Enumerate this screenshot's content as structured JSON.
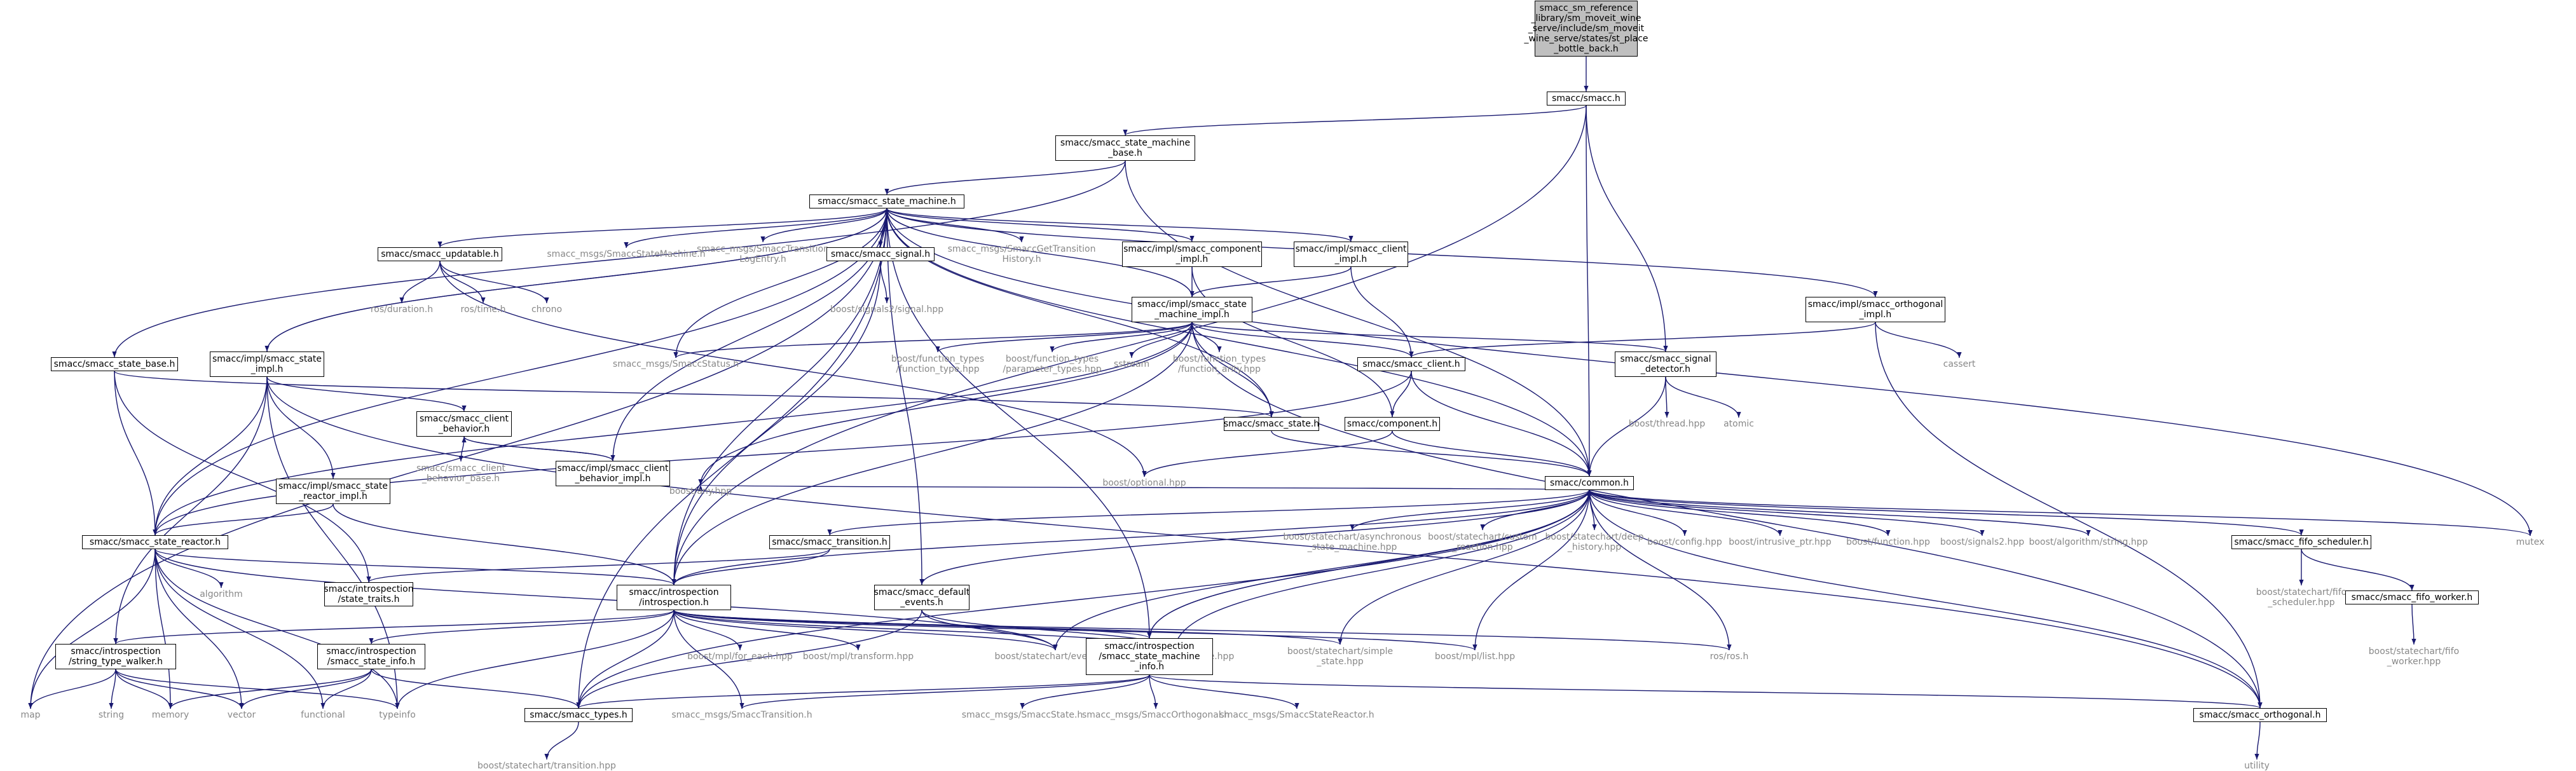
{
  "graph": {
    "edge_color": "#191970",
    "nodes": [
      {
        "id": "root",
        "label": "smacc_sm_reference\n_library/sm_moveit_wine\n_serve/include/sm_moveit\n_wine_serve/states/st_place\n_bottle_back.h",
        "kind": "root"
      },
      {
        "id": "smacc_h",
        "label": "smacc/smacc.h",
        "kind": "boxed"
      },
      {
        "id": "sm_base",
        "label": "smacc/smacc_state_machine\n_base.h",
        "kind": "boxed"
      },
      {
        "id": "sm",
        "label": "smacc/smacc_state_machine.h",
        "kind": "boxed"
      },
      {
        "id": "updatable",
        "label": "smacc/smacc_updatable.h",
        "kind": "boxed"
      },
      {
        "id": "ros_duration",
        "label": "ros/duration.h",
        "kind": "ext"
      },
      {
        "id": "ros_time",
        "label": "ros/time.h",
        "kind": "ext"
      },
      {
        "id": "chrono",
        "label": "chrono",
        "kind": "ext"
      },
      {
        "id": "msgs_sm",
        "label": "smacc_msgs/SmaccStateMachine.h",
        "kind": "ext"
      },
      {
        "id": "msgs_trans_log",
        "label": "smacc_msgs/SmaccTransition\nLogEntry.h",
        "kind": "ext"
      },
      {
        "id": "signal",
        "label": "smacc/smacc_signal.h",
        "kind": "boxed"
      },
      {
        "id": "signals2_hpp",
        "label": "boost/signals2/signal.hpp",
        "kind": "ext"
      },
      {
        "id": "msgs_get_trans",
        "label": "smacc_msgs/SmaccGetTransition\nHistory.h",
        "kind": "ext"
      },
      {
        "id": "comp_impl",
        "label": "smacc/impl/smacc_component\n_impl.h",
        "kind": "boxed"
      },
      {
        "id": "client_impl",
        "label": "smacc/impl/smacc_client\n_impl.h",
        "kind": "boxed"
      },
      {
        "id": "sm_impl",
        "label": "smacc/impl/smacc_state\n_machine_impl.h",
        "kind": "boxed"
      },
      {
        "id": "orth_impl",
        "label": "smacc/impl/smacc_orthogonal\n_impl.h",
        "kind": "boxed"
      },
      {
        "id": "cassert",
        "label": "cassert",
        "kind": "ext"
      },
      {
        "id": "state_base",
        "label": "smacc/smacc_state_base.h",
        "kind": "boxed"
      },
      {
        "id": "state_impl",
        "label": "smacc/impl/smacc_state\n_impl.h",
        "kind": "boxed"
      },
      {
        "id": "msgs_status",
        "label": "smacc_msgs/SmaccStatus.h",
        "kind": "ext"
      },
      {
        "id": "ft_type",
        "label": "boost/function_types\n/function_type.hpp",
        "kind": "ext"
      },
      {
        "id": "ft_param",
        "label": "boost/function_types\n/parameter_types.hpp",
        "kind": "ext"
      },
      {
        "id": "sstream",
        "label": "sstream",
        "kind": "ext"
      },
      {
        "id": "ft_arity",
        "label": "boost/function_types\n/function_arity.hpp",
        "kind": "ext"
      },
      {
        "id": "client",
        "label": "smacc/smacc_client.h",
        "kind": "boxed"
      },
      {
        "id": "sig_detector",
        "label": "smacc/smacc_signal\n_detector.h",
        "kind": "boxed"
      },
      {
        "id": "thread_hpp",
        "label": "boost/thread.hpp",
        "kind": "ext"
      },
      {
        "id": "atomic",
        "label": "atomic",
        "kind": "ext"
      },
      {
        "id": "client_beh",
        "label": "smacc/smacc_client\n_behavior.h",
        "kind": "boxed"
      },
      {
        "id": "cb_base",
        "label": "smacc/smacc_client\n_behavior_base.h",
        "kind": "ext"
      },
      {
        "id": "cb_impl",
        "label": "smacc/impl/smacc_client\n_behavior_impl.h",
        "kind": "boxed"
      },
      {
        "id": "state",
        "label": "smacc/smacc_state.h",
        "kind": "boxed"
      },
      {
        "id": "component",
        "label": "smacc/component.h",
        "kind": "boxed"
      },
      {
        "id": "optional_hpp",
        "label": "boost/optional.hpp",
        "kind": "ext"
      },
      {
        "id": "reactor_impl",
        "label": "smacc/impl/smacc_state\n_reactor_impl.h",
        "kind": "boxed"
      },
      {
        "id": "common",
        "label": "smacc/common.h",
        "kind": "boxed"
      },
      {
        "id": "reactor",
        "label": "smacc/smacc_state_reactor.h",
        "kind": "boxed"
      },
      {
        "id": "algorithm",
        "label": "algorithm",
        "kind": "ext"
      },
      {
        "id": "state_traits",
        "label": "smacc/introspection\n/state_traits.h",
        "kind": "boxed"
      },
      {
        "id": "any_hpp",
        "label": "boost/any.hpp",
        "kind": "ext"
      },
      {
        "id": "transition",
        "label": "smacc/smacc_transition.h",
        "kind": "boxed"
      },
      {
        "id": "async_sm",
        "label": "boost/statechart/asynchronous\n_state_machine.hpp",
        "kind": "ext"
      },
      {
        "id": "custom_reaction",
        "label": "boost/statechart/custom\n_reaction.hpp",
        "kind": "ext"
      },
      {
        "id": "deep_history",
        "label": "boost/statechart/deep\n_history.hpp",
        "kind": "ext"
      },
      {
        "id": "config_hpp",
        "label": "boost/config.hpp",
        "kind": "ext"
      },
      {
        "id": "intrusive_ptr",
        "label": "boost/intrusive_ptr.hpp",
        "kind": "ext"
      },
      {
        "id": "function_hpp",
        "label": "boost/function.hpp",
        "kind": "ext"
      },
      {
        "id": "signals2",
        "label": "boost/signals2.hpp",
        "kind": "ext"
      },
      {
        "id": "algo_string",
        "label": "boost/algorithm/string.hpp",
        "kind": "ext"
      },
      {
        "id": "fifo_sched",
        "label": "smacc/smacc_fifo_scheduler.h",
        "kind": "boxed"
      },
      {
        "id": "mutex",
        "label": "mutex",
        "kind": "ext"
      },
      {
        "id": "default_events",
        "label": "smacc/smacc_default\n_events.h",
        "kind": "boxed"
      },
      {
        "id": "introspection",
        "label": "smacc/introspection\n/introspection.h",
        "kind": "boxed"
      },
      {
        "id": "fifo_sched_hpp",
        "label": "boost/statechart/fifo\n_scheduler.hpp",
        "kind": "ext"
      },
      {
        "id": "fifo_worker",
        "label": "smacc/smacc_fifo_worker.h",
        "kind": "boxed"
      },
      {
        "id": "str_walker",
        "label": "smacc/introspection\n/string_type_walker.h",
        "kind": "boxed"
      },
      {
        "id": "state_info",
        "label": "smacc/introspection\n/smacc_state_info.h",
        "kind": "boxed"
      },
      {
        "id": "for_each",
        "label": "boost/mpl/for_each.hpp",
        "kind": "ext"
      },
      {
        "id": "transform",
        "label": "boost/mpl/transform.hpp",
        "kind": "ext"
      },
      {
        "id": "event_hpp",
        "label": "boost/statechart/event.hpp",
        "kind": "ext"
      },
      {
        "id": "state_hpp",
        "label": "boost/statechart/state.hpp",
        "kind": "ext"
      },
      {
        "id": "sm_info",
        "label": "smacc/introspection\n/smacc_state_machine\n_info.h",
        "kind": "boxed"
      },
      {
        "id": "simple_state",
        "label": "boost/statechart/simple\n_state.hpp",
        "kind": "ext"
      },
      {
        "id": "list_hpp",
        "label": "boost/mpl/list.hpp",
        "kind": "ext"
      },
      {
        "id": "ros_ros",
        "label": "ros/ros.h",
        "kind": "ext"
      },
      {
        "id": "fifo_worker_hpp",
        "label": "boost/statechart/fifo\n_worker.hpp",
        "kind": "ext"
      },
      {
        "id": "map",
        "label": "map",
        "kind": "ext"
      },
      {
        "id": "string",
        "label": "string",
        "kind": "ext"
      },
      {
        "id": "memory",
        "label": "memory",
        "kind": "ext"
      },
      {
        "id": "vector",
        "label": "vector",
        "kind": "ext"
      },
      {
        "id": "functional",
        "label": "functional",
        "kind": "ext"
      },
      {
        "id": "typeinfo",
        "label": "typeinfo",
        "kind": "ext"
      },
      {
        "id": "types",
        "label": "smacc/smacc_types.h",
        "kind": "boxed"
      },
      {
        "id": "msgs_transition",
        "label": "smacc_msgs/SmaccTransition.h",
        "kind": "ext"
      },
      {
        "id": "msgs_state",
        "label": "smacc_msgs/SmaccState.h",
        "kind": "ext"
      },
      {
        "id": "msgs_orth",
        "label": "smacc_msgs/SmaccOrthogonal.h",
        "kind": "ext"
      },
      {
        "id": "msgs_reactor",
        "label": "smacc_msgs/SmaccStateReactor.h",
        "kind": "ext"
      },
      {
        "id": "orthogonal",
        "label": "smacc/smacc_orthogonal.h",
        "kind": "boxed"
      },
      {
        "id": "trans_hpp",
        "label": "boost/statechart/transition.hpp",
        "kind": "ext"
      },
      {
        "id": "utility",
        "label": "utility",
        "kind": "ext"
      }
    ],
    "edges": [
      [
        "root",
        "smacc_h"
      ],
      [
        "smacc_h",
        "sm_base"
      ],
      [
        "smacc_h",
        "common"
      ],
      [
        "smacc_h",
        "sig_detector"
      ],
      [
        "smacc_h",
        "introspection"
      ],
      [
        "sm_base",
        "sm"
      ],
      [
        "sm_base",
        "state_base"
      ],
      [
        "sm_base",
        "common"
      ],
      [
        "sm",
        "updatable"
      ],
      [
        "sm",
        "msgs_sm"
      ],
      [
        "sm",
        "msgs_trans_log"
      ],
      [
        "sm",
        "signal"
      ],
      [
        "sm",
        "msgs_get_trans"
      ],
      [
        "sm",
        "comp_impl"
      ],
      [
        "sm",
        "client_impl"
      ],
      [
        "sm",
        "sm_impl"
      ],
      [
        "sm",
        "orth_impl"
      ],
      [
        "sm",
        "state_impl"
      ],
      [
        "sm",
        "msgs_status"
      ],
      [
        "sm",
        "state"
      ],
      [
        "sm",
        "common"
      ],
      [
        "sm",
        "mutex"
      ],
      [
        "sm",
        "map"
      ],
      [
        "sm",
        "reactor"
      ],
      [
        "sm",
        "introspection"
      ],
      [
        "sm",
        "sm_info"
      ],
      [
        "sm",
        "default_events"
      ],
      [
        "sm",
        "types"
      ],
      [
        "updatable",
        "ros_duration"
      ],
      [
        "updatable",
        "ros_time"
      ],
      [
        "updatable",
        "chrono"
      ],
      [
        "updatable",
        "optional_hpp"
      ],
      [
        "signal",
        "signals2_hpp"
      ],
      [
        "signal",
        "introspection"
      ],
      [
        "comp_impl",
        "sm_impl"
      ],
      [
        "comp_impl",
        "component"
      ],
      [
        "client_impl",
        "client"
      ],
      [
        "client_impl",
        "sm_impl"
      ],
      [
        "orth_impl",
        "client"
      ],
      [
        "orth_impl",
        "cassert"
      ],
      [
        "orth_impl",
        "orthogonal"
      ],
      [
        "sm_impl",
        "msgs_status"
      ],
      [
        "sm_impl",
        "ft_type"
      ],
      [
        "sm_impl",
        "ft_param"
      ],
      [
        "sm_impl",
        "sstream"
      ],
      [
        "sm_impl",
        "ft_arity"
      ],
      [
        "sm_impl",
        "client"
      ],
      [
        "sm_impl",
        "sig_detector"
      ],
      [
        "sm_impl",
        "state"
      ],
      [
        "sm_impl",
        "orthogonal"
      ],
      [
        "sm_impl",
        "reactor"
      ],
      [
        "sm_impl",
        "introspection"
      ],
      [
        "sm_impl",
        "any_hpp"
      ],
      [
        "state_base",
        "reactor"
      ],
      [
        "state_base",
        "state_traits"
      ],
      [
        "state_base",
        "state"
      ],
      [
        "state_impl",
        "sm"
      ],
      [
        "state_impl",
        "client_beh"
      ],
      [
        "state_impl",
        "reactor_impl"
      ],
      [
        "state_impl",
        "reactor"
      ],
      [
        "state_impl",
        "str_walker"
      ],
      [
        "state_impl",
        "orthogonal"
      ],
      [
        "state_impl",
        "typeinfo"
      ],
      [
        "client",
        "component"
      ],
      [
        "client",
        "common"
      ],
      [
        "client",
        "reactor"
      ],
      [
        "sig_detector",
        "thread_hpp"
      ],
      [
        "sig_detector",
        "atomic"
      ],
      [
        "sig_detector",
        "common"
      ],
      [
        "client_beh",
        "cb_base"
      ],
      [
        "client_beh",
        "cb_impl"
      ],
      [
        "cb_impl",
        "client_beh"
      ],
      [
        "cb_impl",
        "sm"
      ],
      [
        "state",
        "common"
      ],
      [
        "component",
        "common"
      ],
      [
        "component",
        "optional_hpp"
      ],
      [
        "reactor_impl",
        "reactor"
      ],
      [
        "reactor_impl",
        "introspection"
      ],
      [
        "reactor",
        "algorithm"
      ],
      [
        "reactor",
        "introspection"
      ],
      [
        "reactor",
        "map"
      ],
      [
        "reactor",
        "memory"
      ],
      [
        "reactor",
        "vector"
      ],
      [
        "reactor",
        "functional"
      ],
      [
        "reactor",
        "typeinfo"
      ],
      [
        "reactor",
        "event_hpp"
      ],
      [
        "common",
        "any_hpp"
      ],
      [
        "common",
        "async_sm"
      ],
      [
        "common",
        "custom_reaction"
      ],
      [
        "common",
        "deep_history"
      ],
      [
        "common",
        "config_hpp"
      ],
      [
        "common",
        "intrusive_ptr"
      ],
      [
        "common",
        "function_hpp"
      ],
      [
        "common",
        "signals2"
      ],
      [
        "common",
        "algo_string"
      ],
      [
        "common",
        "fifo_sched"
      ],
      [
        "common",
        "mutex"
      ],
      [
        "common",
        "transition"
      ],
      [
        "common",
        "default_events"
      ],
      [
        "common",
        "introspection"
      ],
      [
        "common",
        "sm_info"
      ],
      [
        "common",
        "event_hpp"
      ],
      [
        "common",
        "state_hpp"
      ],
      [
        "common",
        "simple_state"
      ],
      [
        "common",
        "list_hpp"
      ],
      [
        "common",
        "ros_ros"
      ],
      [
        "common",
        "types"
      ],
      [
        "common",
        "orthogonal"
      ],
      [
        "transition",
        "state_traits"
      ],
      [
        "transition",
        "introspection"
      ],
      [
        "fifo_sched",
        "fifo_sched_hpp"
      ],
      [
        "fifo_sched",
        "fifo_worker"
      ],
      [
        "fifo_worker",
        "fifo_worker_hpp"
      ],
      [
        "default_events",
        "event_hpp"
      ],
      [
        "default_events",
        "state_hpp"
      ],
      [
        "default_events",
        "types"
      ],
      [
        "introspection",
        "str_walker"
      ],
      [
        "introspection",
        "state_info"
      ],
      [
        "introspection",
        "for_each"
      ],
      [
        "introspection",
        "transform"
      ],
      [
        "introspection",
        "event_hpp"
      ],
      [
        "introspection",
        "state_hpp"
      ],
      [
        "introspection",
        "sm_info"
      ],
      [
        "introspection",
        "simple_state"
      ],
      [
        "introspection",
        "list_hpp"
      ],
      [
        "introspection",
        "ros_ros"
      ],
      [
        "introspection",
        "types"
      ],
      [
        "introspection",
        "msgs_transition"
      ],
      [
        "introspection",
        "typeinfo"
      ],
      [
        "str_walker",
        "map"
      ],
      [
        "str_walker",
        "string"
      ],
      [
        "str_walker",
        "memory"
      ],
      [
        "str_walker",
        "vector"
      ],
      [
        "str_walker",
        "typeinfo"
      ],
      [
        "state_info",
        "memory"
      ],
      [
        "state_info",
        "vector"
      ],
      [
        "state_info",
        "functional"
      ],
      [
        "state_info",
        "types"
      ],
      [
        "sm_info",
        "common"
      ],
      [
        "sm_info",
        "msgs_transition"
      ],
      [
        "sm_info",
        "msgs_state"
      ],
      [
        "sm_info",
        "msgs_orth"
      ],
      [
        "sm_info",
        "msgs_reactor"
      ],
      [
        "sm_info",
        "types"
      ],
      [
        "sm_info",
        "orthogonal"
      ],
      [
        "types",
        "trans_hpp"
      ],
      [
        "orthogonal",
        "utility"
      ]
    ]
  }
}
